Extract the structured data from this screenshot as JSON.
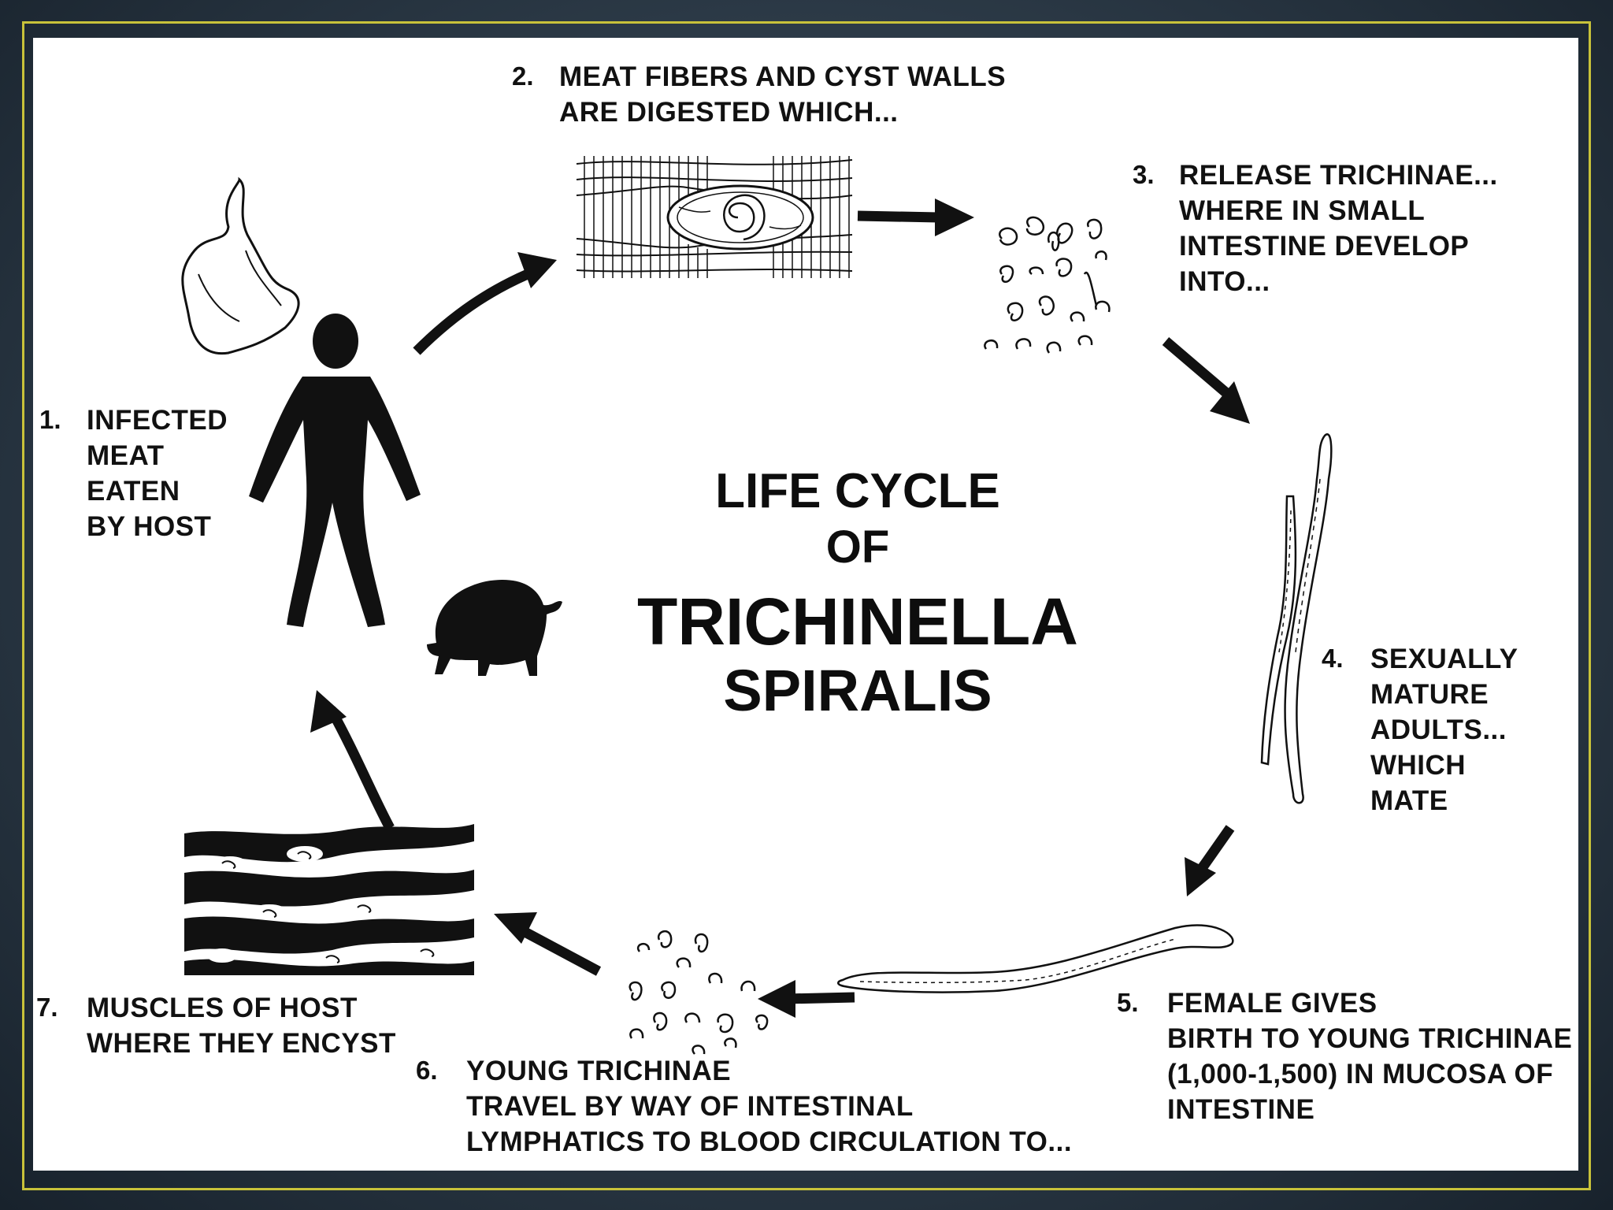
{
  "title": {
    "line1": "LIFE CYCLE",
    "line2": "OF",
    "line3": "TRICHINELLA",
    "line4": "SPIRALIS"
  },
  "steps": [
    {
      "num": "1.",
      "lines": [
        "INFECTED",
        "MEAT",
        "EATEN",
        "BY HOST"
      ]
    },
    {
      "num": "2.",
      "lines": [
        "MEAT FIBERS AND CYST WALLS",
        "ARE DIGESTED WHICH..."
      ]
    },
    {
      "num": "3.",
      "lines": [
        "RELEASE TRICHINAE...",
        "WHERE IN SMALL",
        "INTESTINE DEVELOP",
        "INTO..."
      ]
    },
    {
      "num": "4.",
      "lines": [
        "SEXUALLY",
        "MATURE",
        "ADULTS...",
        "WHICH",
        "MATE"
      ]
    },
    {
      "num": "5.",
      "lines": [
        "FEMALE GIVES",
        "BIRTH TO YOUNG TRICHINAE",
        "(1,000-1,500) IN MUCOSA OF",
        "INTESTINE"
      ]
    },
    {
      "num": "6.",
      "lines": [
        "YOUNG TRICHINAE",
        "TRAVEL BY WAY OF INTESTINAL",
        "LYMPHATICS TO BLOOD CIRCULATION TO..."
      ]
    },
    {
      "num": "7.",
      "lines": [
        "MUSCLES OF HOST",
        "WHERE THEY ENCYST"
      ]
    }
  ],
  "icons": [
    "meat-icon",
    "human-host-icon",
    "pig-icon",
    "cyst-muscle-icon",
    "larvae-cluster-icon",
    "adult-worms-icon",
    "female-worm-icon",
    "young-larvae-icon",
    "encysted-muscle-icon",
    "arrow-icon"
  ],
  "colors": {
    "frame": "#c8c23a",
    "ink": "#111111",
    "background": "#2c3a47"
  }
}
